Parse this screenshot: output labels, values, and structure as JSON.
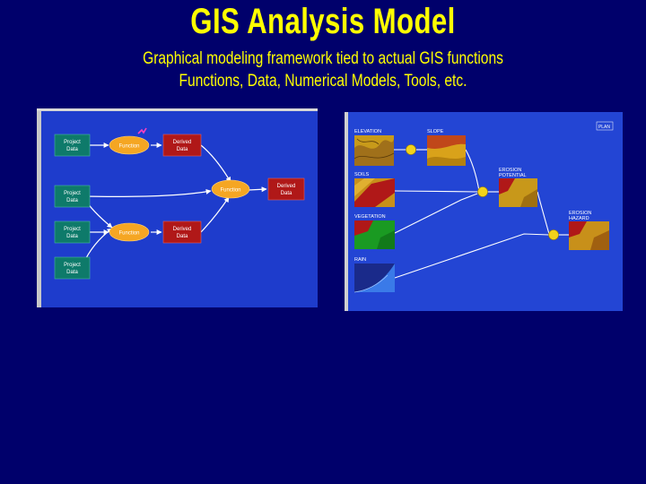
{
  "slide": {
    "title": "GIS Analysis Model",
    "subtitle_line1": "Graphical modeling framework tied to actual GIS functions",
    "subtitle_line2": "Functions, Data, Numerical Models, Tools, etc."
  },
  "left_diagram": {
    "project_label_1": "Project",
    "project_label_2": "Data",
    "function_label": "Function",
    "derived_label_1": "Derived",
    "derived_label_2": "Data"
  },
  "right_diagram": {
    "elevation": "ELEVATION",
    "slope": "SLOPE",
    "soils": "SOILS",
    "erosion_potential_1": "EROSION",
    "erosion_potential_2": "POTENTIAL",
    "vegetation": "VEGETATION",
    "erosion_hazard_1": "EROSION",
    "erosion_hazard_2": "HAZARD",
    "rain": "RAIN",
    "corner_tag": "PLAN"
  },
  "colors": {
    "background": "#00006b",
    "title": "#ffff00",
    "diagram_bg": "#1f3fd0",
    "project_box": "#0e7a6a",
    "function_oval": "#f5a623",
    "derived_box": "#b01818",
    "node_yellow": "#f2d21a"
  }
}
